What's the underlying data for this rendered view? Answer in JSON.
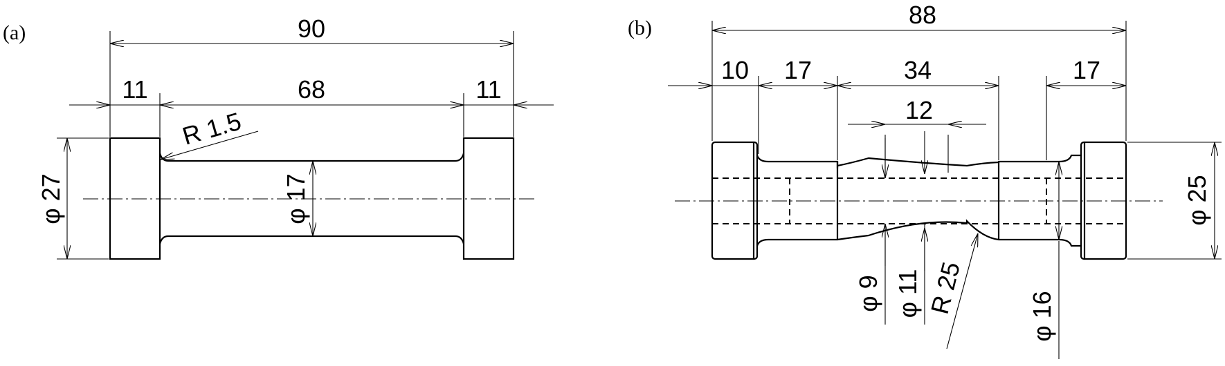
{
  "panel_a": {
    "label": "(a)",
    "dims": {
      "overall_length": "90",
      "left_grip": "11",
      "gauge_length": "68",
      "right_grip": "11",
      "fillet_radius": "R 1.5",
      "grip_diameter": "φ 27",
      "gauge_diameter": "φ 17"
    }
  },
  "panel_b": {
    "label": "(b)",
    "dims": {
      "overall_length": "88",
      "left_head": "10",
      "left_shank": "17",
      "middle_section": "34",
      "neck_length": "12",
      "right_shank": "17",
      "head_diameter": "φ 25",
      "bore_diameter": "φ 9",
      "neck_diameter": "φ 11",
      "notch_radius": "R 25",
      "shank_diameter": "φ 16"
    }
  }
}
